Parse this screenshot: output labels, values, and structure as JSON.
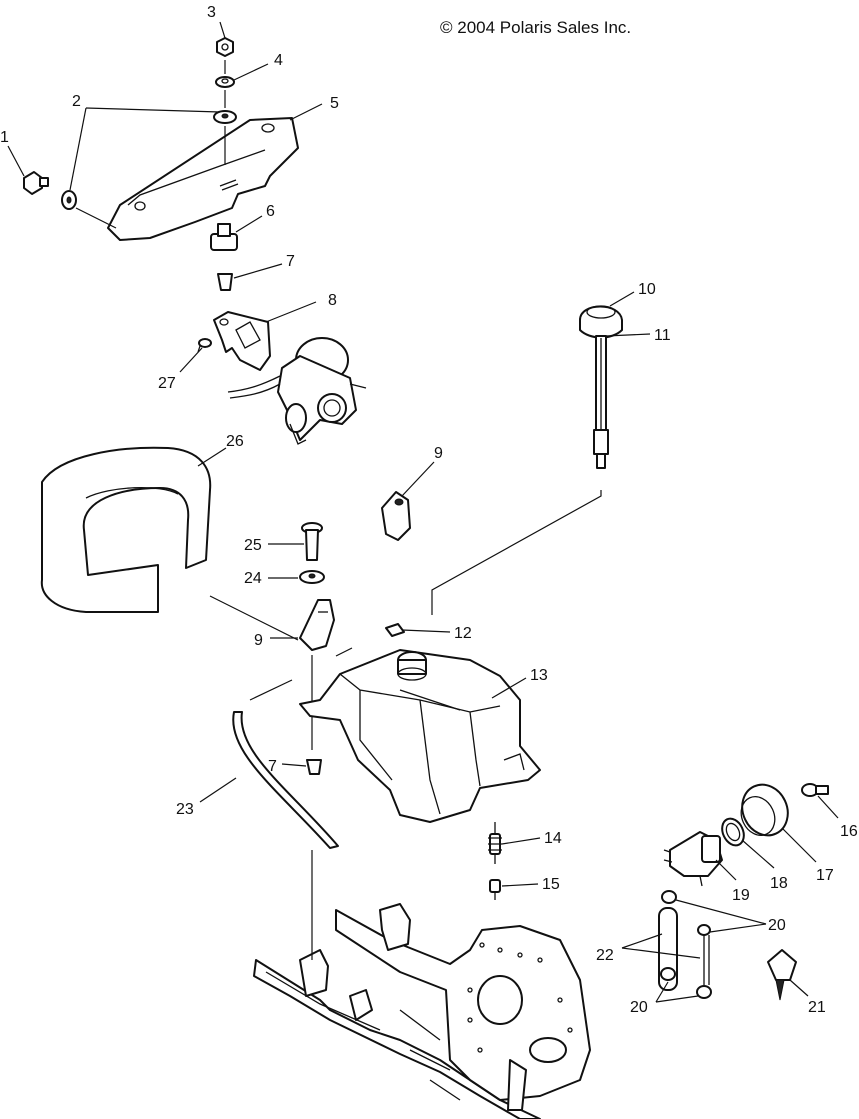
{
  "copyright": "© 2004 Polaris Sales Inc.",
  "callouts": {
    "c1": "1",
    "c2": "2",
    "c3": "3",
    "c4": "4",
    "c5": "5",
    "c6": "6",
    "c7a": "7",
    "c7b": "7",
    "c8": "8",
    "c9a": "9",
    "c9b": "9",
    "c10": "10",
    "c11": "11",
    "c12": "12",
    "c13": "13",
    "c14": "14",
    "c15": "15",
    "c16": "16",
    "c17": "17",
    "c18": "18",
    "c19": "19",
    "c20a": "20",
    "c20b": "20",
    "c21": "21",
    "c22": "22",
    "c23": "23",
    "c24": "24",
    "c25": "25",
    "c26": "26",
    "c27": "27"
  }
}
